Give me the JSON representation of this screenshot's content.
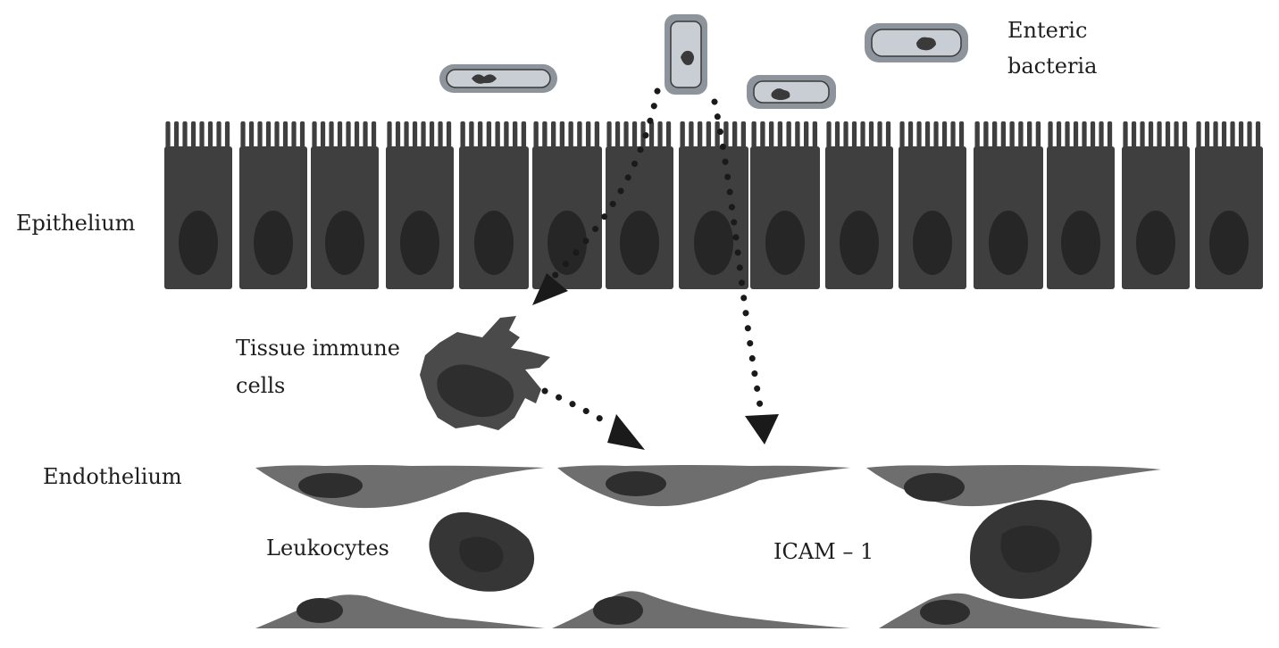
{
  "labels": {
    "enteric_line1": "Enteric",
    "enteric_line2": "bacteria",
    "epithelium": "Epithelium",
    "tissue_line1": "Tissue immune",
    "tissue_line2": "cells",
    "endothelium": "Endothelium",
    "leukocytes": "Leukocytes",
    "icam": "ICAM – 1"
  },
  "colors": {
    "epithelial_cell": "#3f3f3f",
    "epithelial_nucleus": "#262626",
    "bacteria_outer": "#8e949c",
    "bacteria_inner": "#c9ced4",
    "endothelial_cell": "#6e6e6e",
    "endothelial_nucleus": "#2e2e2e",
    "immune_cell": "#4a4a4a",
    "leukocyte": "#363636",
    "arrow": "#1a1a1a"
  }
}
